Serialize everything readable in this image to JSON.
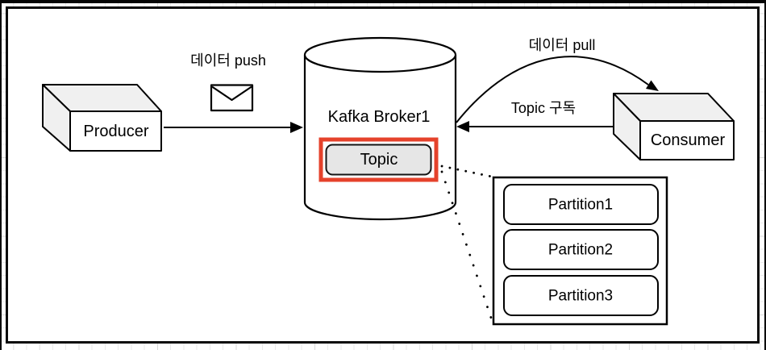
{
  "diagram": {
    "nodes": {
      "producer": {
        "label": "Producer"
      },
      "broker": {
        "label": "Kafka Broker1"
      },
      "topic": {
        "label": "Topic"
      },
      "consumer": {
        "label": "Consumer"
      },
      "partition_group": {
        "partitions": [
          {
            "label": "Partition1"
          },
          {
            "label": "Partition2"
          },
          {
            "label": "Partition3"
          }
        ]
      }
    },
    "edges": {
      "push": {
        "label": "데이터 push"
      },
      "pull": {
        "label": "데이터 pull"
      },
      "subscribe": {
        "label": "Topic 구독"
      }
    },
    "icons": {
      "envelope": "envelope-message-icon"
    },
    "colors": {
      "stroke": "#000000",
      "topic_highlight": "#e5422b",
      "topic_fill": "#e6e6e6",
      "cube_face_fill": "#f0f0f0",
      "front_face_fill": "#ffffff",
      "canvas_background": "#ffffff",
      "grid_line": "#eaeaea"
    }
  }
}
